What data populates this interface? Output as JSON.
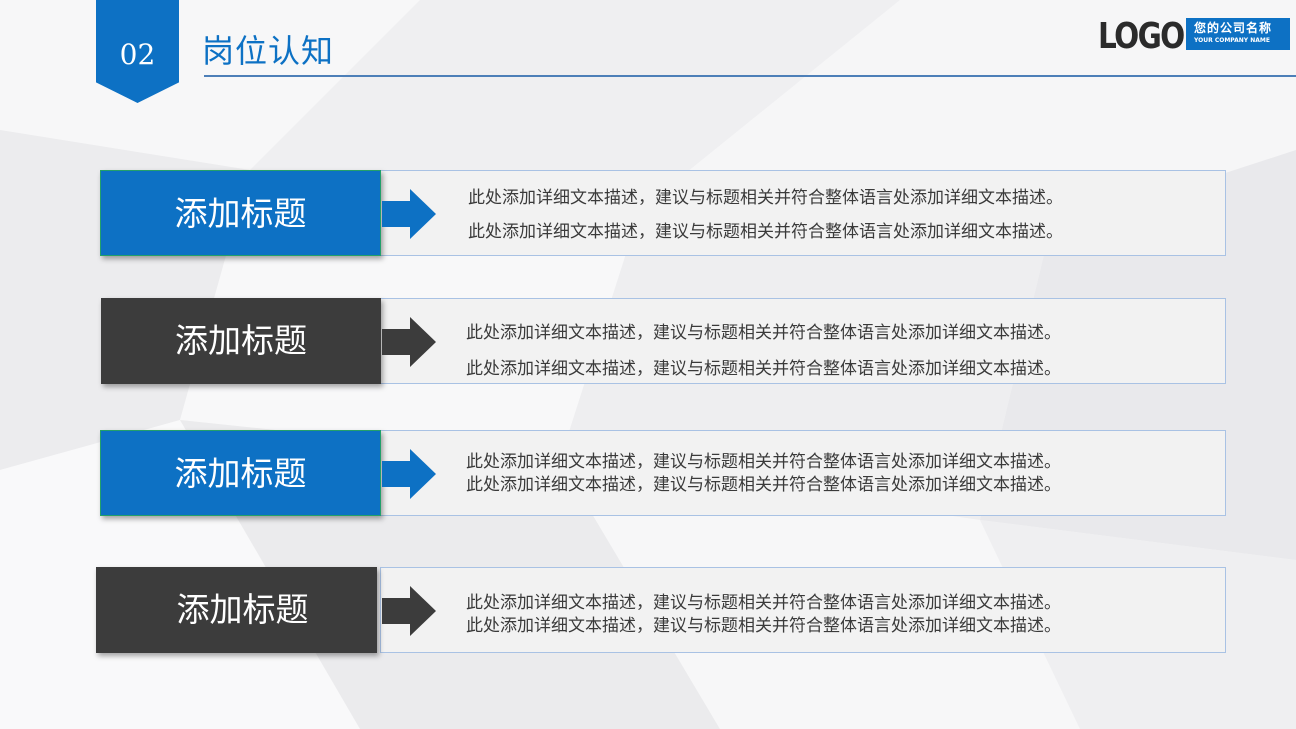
{
  "header": {
    "section_number": "02",
    "title": "岗位认知"
  },
  "logo": {
    "text": "LOGO",
    "company_cn": "您的公司名称",
    "company_en": "YOUR COMPANY NAME"
  },
  "colors": {
    "blue": "#0d71c4",
    "dark": "#3c3c3c",
    "panel": "#f2f2f2",
    "panel_border": "#a9c2e4"
  },
  "items": [
    {
      "label": "添加标题",
      "style": "blue",
      "lines": [
        "此处添加详细文本描述，建议与标题相关并符合整体语言处添加详细文本描述。",
        "此处添加详细文本描述，建议与标题相关并符合整体语言处添加详细文本描述。"
      ]
    },
    {
      "label": "添加标题",
      "style": "dark",
      "lines": [
        "此处添加详细文本描述，建议与标题相关并符合整体语言处添加详细文本描述。",
        "此处添加详细文本描述，建议与标题相关并符合整体语言处添加详细文本描述。"
      ]
    },
    {
      "label": "添加标题",
      "style": "blue",
      "lines": [
        "此处添加详细文本描述，建议与标题相关并符合整体语言处添加详细文本描述。",
        "此处添加详细文本描述，建议与标题相关并符合整体语言处添加详细文本描述。"
      ]
    },
    {
      "label": "添加标题",
      "style": "dark",
      "lines": [
        "此处添加详细文本描述，建议与标题相关并符合整体语言处添加详细文本描述。",
        "此处添加详细文本描述，建议与标题相关并符合整体语言处添加详细文本描述。"
      ]
    }
  ]
}
